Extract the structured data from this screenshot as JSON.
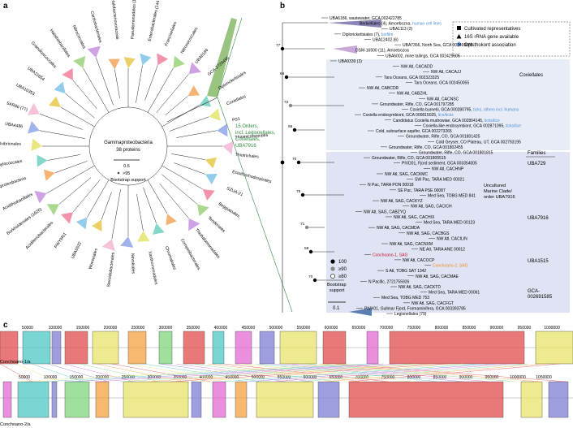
{
  "panel_a": {
    "label": "a",
    "center_title": "Gammaproteobacteria",
    "center_subtitle": "38 proteins",
    "scale": "0.5",
    "bootstrap_note": ">95",
    "bootstrap_legend": "Bootstrap support",
    "clades": [
      "Pseudomonadales (1818)",
      "Enterobacterales (1447)",
      "Francisellales",
      "Nitrosococcales",
      "UBA6186",
      "GCA-2729495",
      "Diplorickettsiales",
      "Coxiellales",
      "PS1",
      "Thiomicrospirales",
      "Thiotrichales",
      "Ectothiorhodospirales",
      "SZUA-21",
      "Beggiatoales",
      "Tenderiales",
      "Thiohalomonadales",
      "Competibacterales",
      "Chromatiales",
      "Xanthomonadales",
      "Nevskiales",
      "Steroidobacterales",
      "Woeseiales",
      "UBA6522",
      "PWYM01",
      "Acidiferrobacterales",
      "Burkholderiales (1626)",
      "Acidithiobacillales",
      "Alphaproteobacteria",
      "Methylococcales",
      "Cellvibrionales",
      "UBA4486",
      "SAR86 (77)",
      "UBA10353",
      "UBA11654",
      "Granulosicoccales",
      "Halothiobacillales",
      "Nitrococcales",
      "Cardiobacteriales",
      "Halobacteriovoraceae"
    ],
    "orders_label": "15 Orders, incl. Legionellales, Coxiellales, UBA7916"
  },
  "panel_b": {
    "label": "b",
    "legend": {
      "cultivated": "Cultivated representatives",
      "rrna": "16S rRNA gene available",
      "opisthokont": "Opisthokont association"
    },
    "taxa": [
      {
        "text": "UBA6186, wastewater, GCA 002422785",
        "note": ""
      },
      {
        "text": "Berkiellales (4), Amoebozoa,",
        "note": "human cell lines"
      },
      {
        "text": "UBA1113 (2)",
        "note": ""
      },
      {
        "text": "Diplorickettsiales (7),",
        "note": "biofilm"
      },
      {
        "text": "UBA12402 (6)",
        "note": ""
      },
      {
        "text": "UBA7366, North Sea, GCA 002469885",
        "note": ""
      },
      {
        "text": "DSM-16500 (11), Amoebozoa",
        "note": ""
      },
      {
        "text": "UBA6002, mine tailings, GCA 002429505",
        "note": ""
      },
      {
        "text": "UBA9339 (3)",
        "note": ""
      },
      {
        "text": "NW Atl, CACADD",
        "note": ""
      },
      {
        "text": "NW Atl, CACAJJ",
        "note": ""
      },
      {
        "text": "Tara Oceans, GCA 002323325",
        "note": ""
      },
      {
        "text": "Tara Oceans, GCA 002450055",
        "note": ""
      },
      {
        "text": "NW Atl, CABCDR",
        "note": ""
      },
      {
        "text": "NW Atl, CABZHL",
        "note": ""
      },
      {
        "text": "NW Atl, CACNSC",
        "note": ""
      },
      {
        "text": "Groundwater, Rifle, CO, GCA 001797285",
        "note": ""
      },
      {
        "text": "Coxiella burnetii, GCA 000280795,",
        "note": "ticks, others incl. humans"
      },
      {
        "text": "Coxiella endosymbiont, GCA 000815025,",
        "note": "lice/ticks"
      },
      {
        "text": "Candidatus Coxiella mudrowiae, GCA 002804145,",
        "note": "ticks/lice"
      },
      {
        "text": "Coxiella-like endosymbiont, GCA 002871095,",
        "note": "ticks/lice"
      },
      {
        "text": "Cold, subsurface aquifer, GCA 002273265",
        "note": ""
      },
      {
        "text": "Groundwater, Rifle, CO, GCA 001801425",
        "note": ""
      },
      {
        "text": "Cold Geyser, CO Plateau, UT, GCA 002793195",
        "note": ""
      },
      {
        "text": "Groundwater, Rifle, CO, GCA 001802455",
        "note": ""
      },
      {
        "text": "Groundwater, Rifle, CO, GCA 001801815",
        "note": ""
      },
      {
        "text": "Groundwater, Rifle, CO, GCA 001805515",
        "note": ""
      },
      {
        "text": "PIVD01, Fjord sediment, GCA 003354005",
        "note": ""
      },
      {
        "text": "NW Atl, CACHNP",
        "note": ""
      },
      {
        "text": "NW Atl, SAG, CACKMC",
        "note": ""
      },
      {
        "text": "SW Pac, TARA MED 00021",
        "note": ""
      },
      {
        "text": "N Pac, TARA PON 00018",
        "note": ""
      },
      {
        "text": "SE Pac, TARA PSE 00087",
        "note": ""
      },
      {
        "text": "Med Sea, TOBG MED 841",
        "note": ""
      },
      {
        "text": "NW Atl, SAG, CACKYZ",
        "note": ""
      },
      {
        "text": "NW Atl, SAG, CACICH",
        "note": ""
      },
      {
        "text": "NW Atl, SAG, CABZYQ",
        "note": ""
      },
      {
        "text": "NW Atl, SAG, CACHIX",
        "note": ""
      },
      {
        "text": "Med Sea, TARA MED 00123",
        "note": ""
      },
      {
        "text": "NW Atl, SAG, CACMDA",
        "note": ""
      },
      {
        "text": "NW Atl, SAG, CACBGS",
        "note": ""
      },
      {
        "text": "NW Atl, CACILIN",
        "note": ""
      },
      {
        "text": "NW Atl, SAG, CACNXM",
        "note": ""
      },
      {
        "text": "NE Atl, TARA ANE 00012",
        "note": ""
      },
      {
        "text": "Conchoano-1, SAG",
        "note": ""
      },
      {
        "text": "NW Atl, CACOCP",
        "note": ""
      },
      {
        "text": "Conchoano-2, SAG",
        "note": ""
      },
      {
        "text": "S Atl, TOBG SAT 1342",
        "note": ""
      },
      {
        "text": "NW Atl, SAG, CACMAE",
        "note": ""
      },
      {
        "text": "N Pacific, 2721755926",
        "note": ""
      },
      {
        "text": "NW Atl, SAG, CACKTD",
        "note": ""
      },
      {
        "text": "Med Sea, TARA MED 00061",
        "note": ""
      },
      {
        "text": "Med Sea, TOBG MED 753",
        "note": ""
      },
      {
        "text": "NW Atl, SAG, CACFGT",
        "note": ""
      },
      {
        "text": "PIVX01, Gullmar Fjord, Formaminifera, GCA 003393785",
        "note": ""
      },
      {
        "text": "Legionellales (79)",
        "note": ""
      }
    ],
    "group_labels": {
      "coxiellales": "Coxiellales",
      "families": "Families",
      "uba729": "UBA729",
      "uncultured": "Uncultured Marine Clade/ order UBA7916",
      "uba7916": "UBA7916",
      "uba1515": "UBA1515",
      "gca": "GCA-002691585"
    },
    "bootstrap_legend": {
      "b100": "100",
      "b90": "≥90",
      "b80": "≥80",
      "title": "Bootstrap support"
    },
    "scale": "0.1",
    "node_labels": [
      "77",
      "64",
      "72",
      "56",
      "70",
      "75",
      "71",
      "58",
      "70"
    ]
  },
  "panel_c": {
    "label": "c",
    "top_name": "Conchoano-1/a",
    "bottom_name": "Conchoano-2/a",
    "top_ticks": [
      "50000",
      "100000",
      "150000",
      "200000",
      "250000",
      "300000",
      "350000",
      "400000",
      "450000",
      "500000",
      "550000",
      "600000",
      "650000",
      "700000",
      "750000",
      "800000",
      "850000",
      "900000",
      "950000",
      "1000000"
    ],
    "bottom_ticks": [
      "50000",
      "100000",
      "150000",
      "200000",
      "250000",
      "300000",
      "350000",
      "400000",
      "450000",
      "500000",
      "550000",
      "600000",
      "650000",
      "700000",
      "750000",
      "800000",
      "850000",
      "900000",
      "950000",
      "1000000",
      "1050000"
    ]
  },
  "colors": {
    "star_red": "#c8102e",
    "star_orange": "#f08a24",
    "link_blue": "#4b8fd6",
    "cox_bg": "#e8ecf7",
    "uba_bg": "#dfe3f3",
    "orders_green": "#2e8b3d"
  }
}
